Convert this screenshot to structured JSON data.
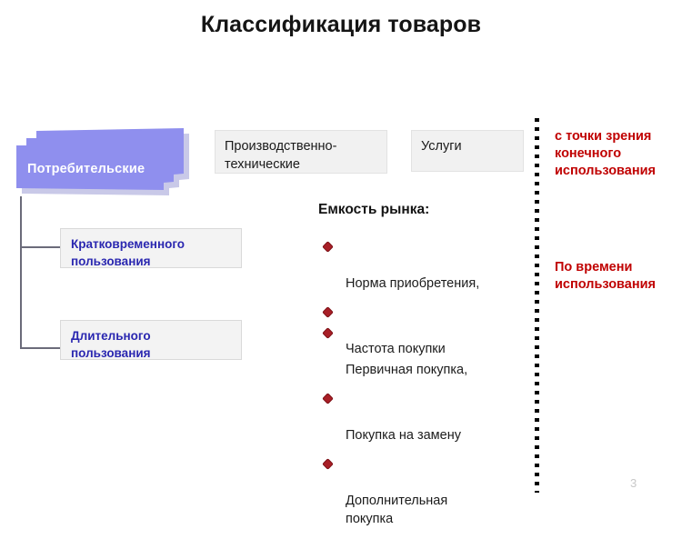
{
  "slide": {
    "title": "Классификация товаров",
    "page_number": "3"
  },
  "left_branch": {
    "root_label": "Потребительские",
    "children": [
      {
        "label": "Кратковременного\nпользования"
      },
      {
        "label": "Длительного\nпользования"
      }
    ]
  },
  "top_categories": [
    {
      "label": "Производственно-\nтехнические"
    },
    {
      "label": "Услуги"
    }
  ],
  "center": {
    "heading": "Емкость рынка:",
    "group_a": [
      "Норма приобретения,",
      "Частота покупки"
    ],
    "group_b": [
      "Первичная покупка,",
      "Покупка на замену",
      "Дополнительная\nпокупка"
    ]
  },
  "right_notes": {
    "top": "с точки зрения\nконечного\nиспользования",
    "bottom": "По времени\nиспользования"
  },
  "colors": {
    "purple_shape": "#8f8fee",
    "purple_shadow": "#c9c9e8",
    "gray_box": "#f1f1f1",
    "blue_text": "#2a27b0",
    "red_note": "#c00000",
    "bullet": "#a81f27",
    "connector": "#6b6b7a",
    "page_number": "#c8c8c8"
  }
}
